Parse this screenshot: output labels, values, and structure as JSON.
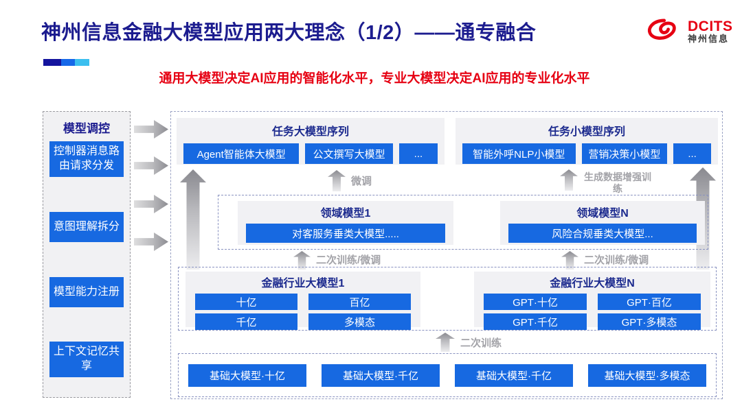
{
  "colors": {
    "accent_blue": "#1769e1",
    "navy_title": "#1c1c8f",
    "red_accent": "#e60012",
    "gray_label": "#a3a3a8",
    "panel_bg": "#f1f1f4",
    "accent_bar": [
      "#14149e",
      "#1668e8",
      "#3bbfef"
    ]
  },
  "header": {
    "title": "神州信息金融大模型应用两大理念（1/2）——通专融合",
    "subtitle": "通用大模型决定AI应用的智能化水平，专业大模型决定AI应用的专业化水平",
    "logo": {
      "brand": "DCITS",
      "brand_cn": "神州信息",
      "icon": "dcits-swirl-icon"
    }
  },
  "sidebar": {
    "title": "模型调控",
    "items": [
      "控制器消息路由请求分发",
      "意图理解拆分",
      "模型能力注册",
      "上下文记忆共享"
    ]
  },
  "diagram": {
    "task_large": {
      "title": "任务大模型序列",
      "items": [
        "Agent智能体大模型",
        "公文撰写大模型",
        "..."
      ]
    },
    "task_small": {
      "title": "任务小模型序列",
      "items": [
        "智能外呼NLP小模型",
        "营销决策小模型",
        "..."
      ]
    },
    "domain": {
      "left": {
        "title": "领域模型1",
        "item": "对客服务垂类大模型....."
      },
      "right": {
        "title": "领域模型N",
        "item": "风险合规垂类大模型..."
      }
    },
    "industry": {
      "left": {
        "title": "金融行业大模型1",
        "items": [
          "十亿",
          "百亿",
          "千亿",
          "多模态"
        ]
      },
      "right": {
        "title": "金融行业大模型N",
        "items": [
          "GPT·十亿",
          "GPT·百亿",
          "GPT·千亿",
          "GPT·多模态"
        ]
      }
    },
    "base": {
      "items": [
        "基础大模型·十亿",
        "基础大模型·千亿",
        "基础大模型·千亿",
        "基础大模型·多模态"
      ]
    },
    "labels": {
      "fine_tune": "微调",
      "gen_data": "生成数据增强训练",
      "retrain_ft_left": "二次训练/微调",
      "retrain_ft_right": "二次训练/微调",
      "retrain": "二次训练"
    }
  }
}
